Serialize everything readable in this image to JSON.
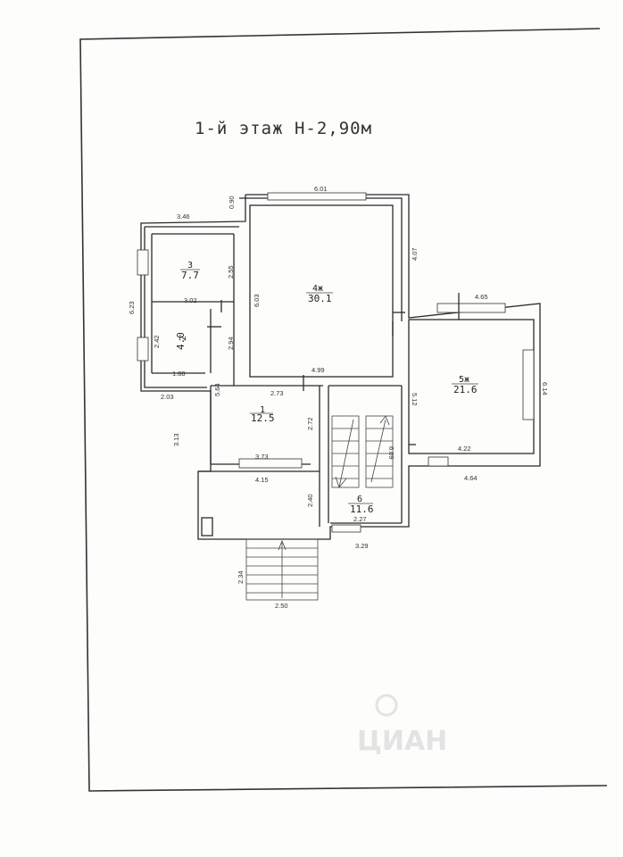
{
  "title": "1-й этаж Н-2,90м",
  "rooms": [
    {
      "num": "1",
      "area": "12.5"
    },
    {
      "num": "2",
      "area": "4.0"
    },
    {
      "num": "3",
      "area": "7.7"
    },
    {
      "num": "4ж",
      "area": "30.1"
    },
    {
      "num": "5ж",
      "area": "21.6"
    },
    {
      "num": "6",
      "area": "11.6"
    }
  ],
  "dims": {
    "d601": "6.01",
    "d090": "0.90",
    "d346": "3.46",
    "d407": "4.07",
    "d255": "2.55",
    "d603": "6.03",
    "d623": "6.23",
    "d302": "3.02",
    "d465": "4.65",
    "d242": "2.42",
    "d294": "2.94",
    "d188": "1.88",
    "d499": "4.99",
    "d512": "5.12",
    "d614": "6.14",
    "d203": "2.03",
    "d564": "5.64",
    "d273": "2.73",
    "d272": "2.72",
    "d313": "3.13",
    "d609": "6.09",
    "d422": "4.22",
    "d373": "3.73",
    "d464": "4.64",
    "d415": "4.15",
    "d240": "2.40",
    "d227": "2.27",
    "d329": "3.29",
    "d234": "2.34",
    "d250": "2.50"
  },
  "watermark": "ЦИАН"
}
